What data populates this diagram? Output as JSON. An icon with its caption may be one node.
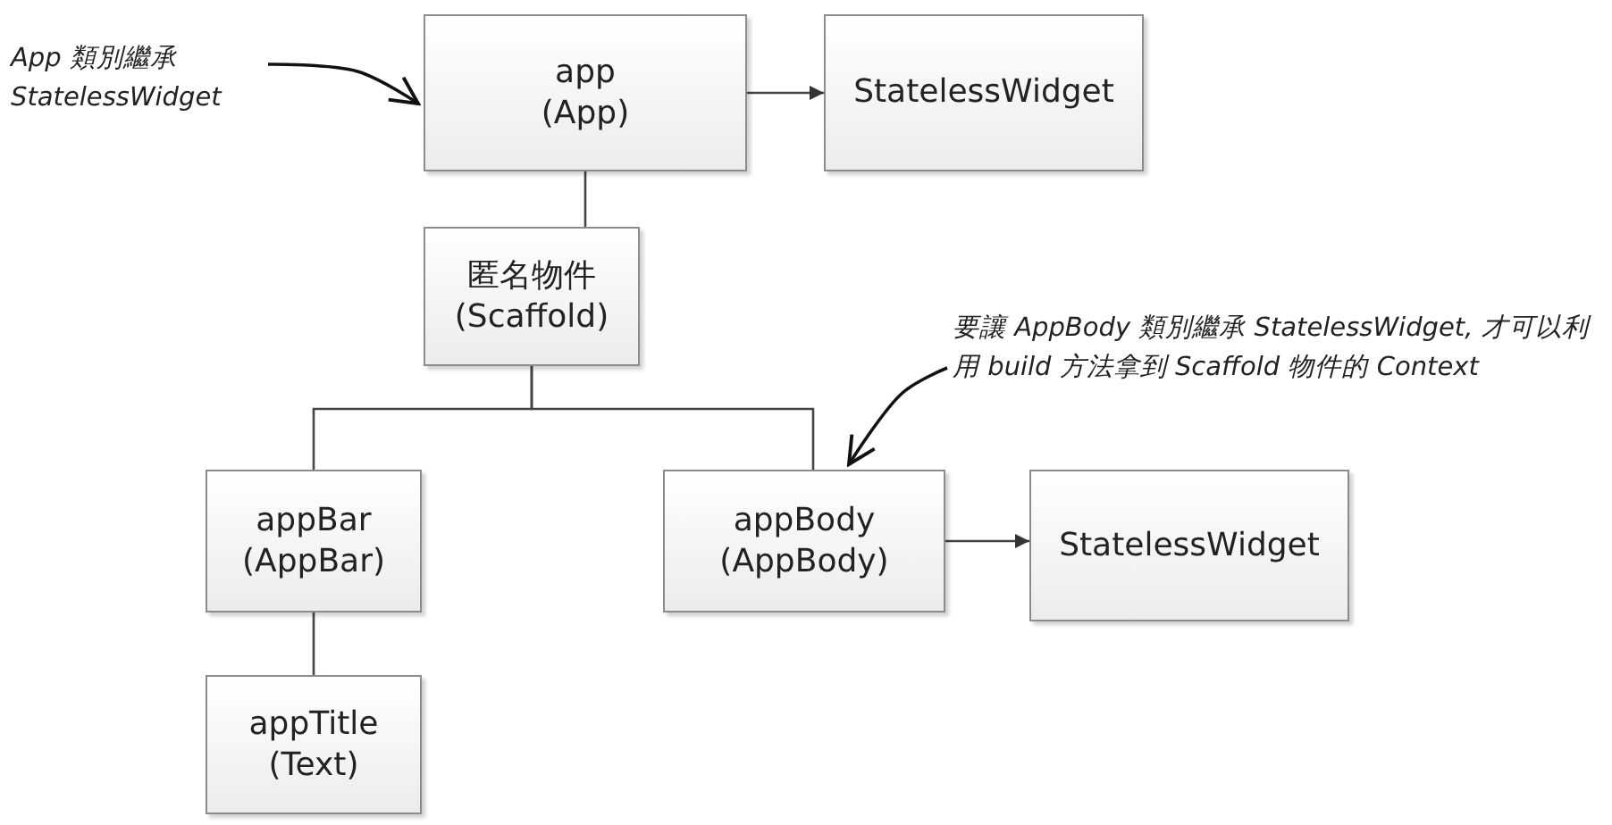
{
  "diagram": {
    "nodes": [
      {
        "text": [
          "app (App)"
        ]
      },
      {
        "text": [
          "StatelessWidget"
        ]
      },
      {
        "text": [
          "匿名物件 (Scaffold)"
        ]
      },
      {
        "text": [
          "appBar (AppBar)"
        ]
      },
      {
        "text": [
          "appBody (AppBody)"
        ]
      },
      {
        "text": [
          "StatelessWidget"
        ]
      },
      {
        "text": [
          "appTitle (Text)"
        ]
      },
      {
        "text": [
          "App 類別繼承 StatelessWidget"
        ]
      },
      {
        "text": [
          "要讓 AppBody 類別繼承 StatelessWidget, 才可以利用 build 方法拿到 Scaffold 物件的 Context"
        ]
      }
    ],
    "edges": [
      {
        "from": 0,
        "to": 1,
        "arrow": "to"
      },
      {
        "from": 0,
        "to": 2,
        "arrow": "none"
      },
      {
        "from": 2,
        "to": 3,
        "arrow": "none"
      },
      {
        "from": 2,
        "to": 4,
        "arrow": "none"
      },
      {
        "from": 4,
        "to": 5,
        "arrow": "to"
      },
      {
        "from": 3,
        "to": 6,
        "arrow": "none"
      },
      {
        "from": 7,
        "to": 0,
        "arrow": "to"
      },
      {
        "from": 8,
        "to": 4,
        "arrow": "to"
      }
    ]
  }
}
